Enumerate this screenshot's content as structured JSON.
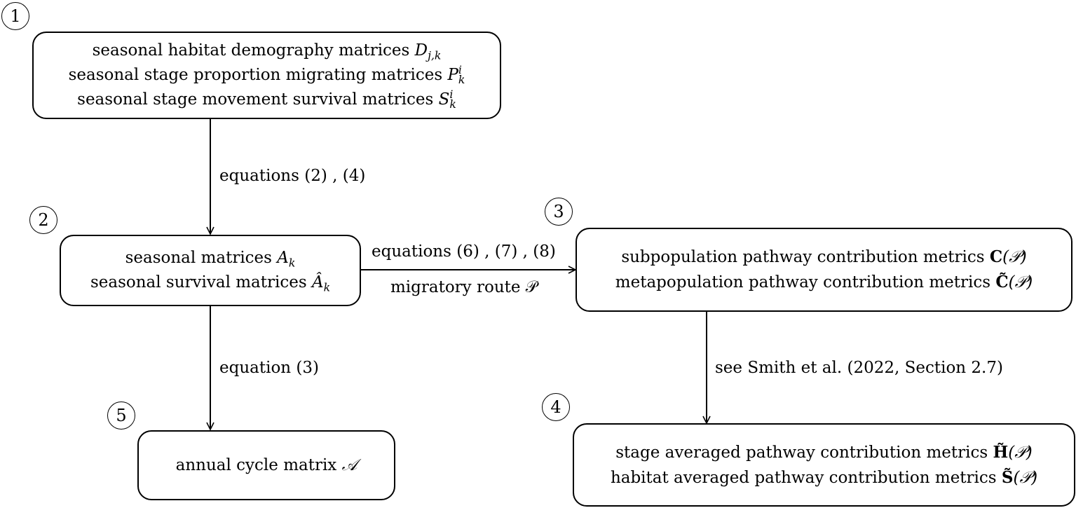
{
  "nodes": {
    "n1": {
      "number": "1",
      "lines": [
        {
          "text": "seasonal habitat demography matrices ",
          "sym": "D",
          "sub": "j,k",
          "sup": ""
        },
        {
          "text": "seasonal stage proportion migrating matrices ",
          "sym": "P",
          "sub": "k",
          "sup": "i"
        },
        {
          "text": "seasonal stage movement survival matrices ",
          "sym": "S",
          "sub": "k",
          "sup": "i"
        }
      ]
    },
    "n2": {
      "number": "2",
      "lines": [
        {
          "text": "seasonal matrices ",
          "sym": "A",
          "sub": "k"
        },
        {
          "text": "seasonal survival matrices ",
          "sym": "Â",
          "sub": "k"
        }
      ]
    },
    "n3": {
      "number": "3",
      "lines": [
        {
          "text": "subpopulation pathway contribution metrics ",
          "sym": "C",
          "arg": "(𝒫)"
        },
        {
          "text": "metapopulation pathway contribution metrics ",
          "sym": "C̃",
          "arg": "(𝒫)"
        }
      ]
    },
    "n4": {
      "number": "4",
      "lines": [
        {
          "text": "stage averaged pathway contribution metrics ",
          "sym": "H̃",
          "arg": "(𝒫)"
        },
        {
          "text": "habitat averaged pathway contribution metrics ",
          "sym": "S̃",
          "arg": "(𝒫)"
        }
      ]
    },
    "n5": {
      "number": "5",
      "lines": [
        {
          "text": "annual cycle matrix ",
          "sym": "𝒜"
        }
      ]
    }
  },
  "edges": {
    "e12": {
      "label": "equations (2) , (4)"
    },
    "e23": {
      "label_top": "equations (6) , (7) , (8)",
      "label_bottom": "migratory route 𝒫"
    },
    "e25": {
      "label": "equation (3)"
    },
    "e34": {
      "label": "see Smith et al. (2022, Section 2.7)"
    }
  }
}
